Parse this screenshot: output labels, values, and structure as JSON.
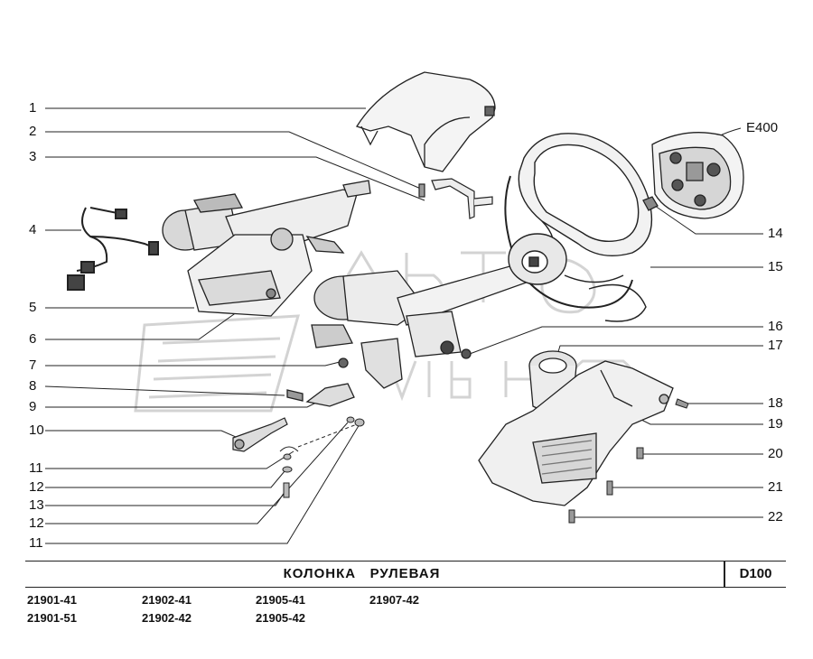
{
  "title": "КОЛОНКА   РУЛЕВАЯ",
  "code": "D100",
  "watermark": "АВТО АЛЬЯНС",
  "callouts": {
    "left": [
      "1",
      "2",
      "3",
      "4",
      "5",
      "6",
      "7",
      "8",
      "9",
      "10",
      "11",
      "12",
      "13",
      "12",
      "11"
    ],
    "right": [
      "E400",
      "14",
      "15",
      "16",
      "17",
      "18",
      "19",
      "20",
      "21",
      "22"
    ]
  },
  "models": [
    "21901-41",
    "21902-41",
    "21905-41",
    "21907-42",
    "21901-51",
    "21902-42",
    "21905-42"
  ]
}
